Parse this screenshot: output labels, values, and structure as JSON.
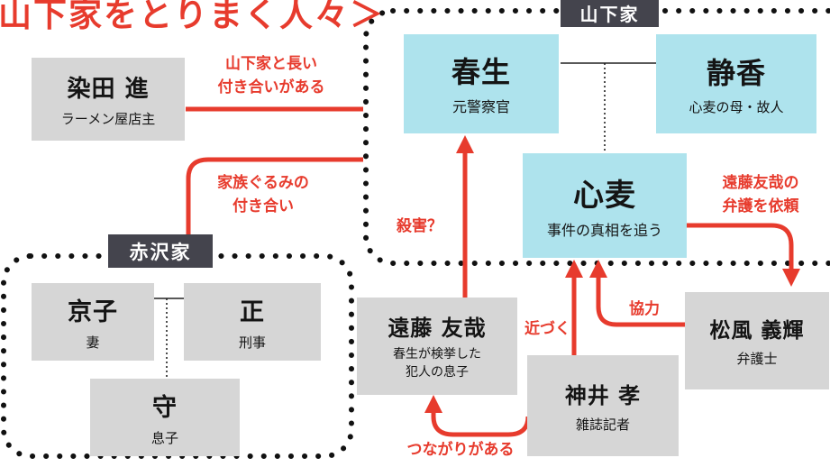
{
  "title": "山下家をとりまく人々＞",
  "families": {
    "yamashita": {
      "label": "山下家"
    },
    "akazawa": {
      "label": "赤沢家"
    }
  },
  "people": {
    "someda": {
      "name": "染田 進",
      "role": "ラーメン屋店主"
    },
    "haruo": {
      "name": "春生",
      "role": "元警察官"
    },
    "shizuka": {
      "name": "静香",
      "role": "心麦の母・故人"
    },
    "komugi": {
      "name": "心麦",
      "role": "事件の真相を追う"
    },
    "kyoko": {
      "name": "京子",
      "role": "妻"
    },
    "tadashi": {
      "name": "正",
      "role": "刑事"
    },
    "mamoru": {
      "name": "守",
      "role": "息子"
    },
    "endo": {
      "name": "遠藤 友哉",
      "role": "春生が検挙した\n犯人の息子"
    },
    "kamii": {
      "name": "神井 孝",
      "role": "雑誌記者"
    },
    "matsukaze": {
      "name": "松風 義輝",
      "role": "弁護士"
    }
  },
  "annotations": {
    "long_relation": "山下家と長い\n付き合いがある",
    "family_relation": "家族ぐるみの\n付き合い",
    "murder": "殺害？",
    "defense_request": "遠藤友哉の\n弁護を依頼",
    "approach": "近づく",
    "cooperate": "協力",
    "connection": "つながりがある"
  },
  "colors": {
    "red": "#e73b2d",
    "cyan_box": "#aee3ed",
    "gray_box": "#d6d6d6",
    "badge_dark": "#44444d",
    "border_dot": "#111111"
  }
}
